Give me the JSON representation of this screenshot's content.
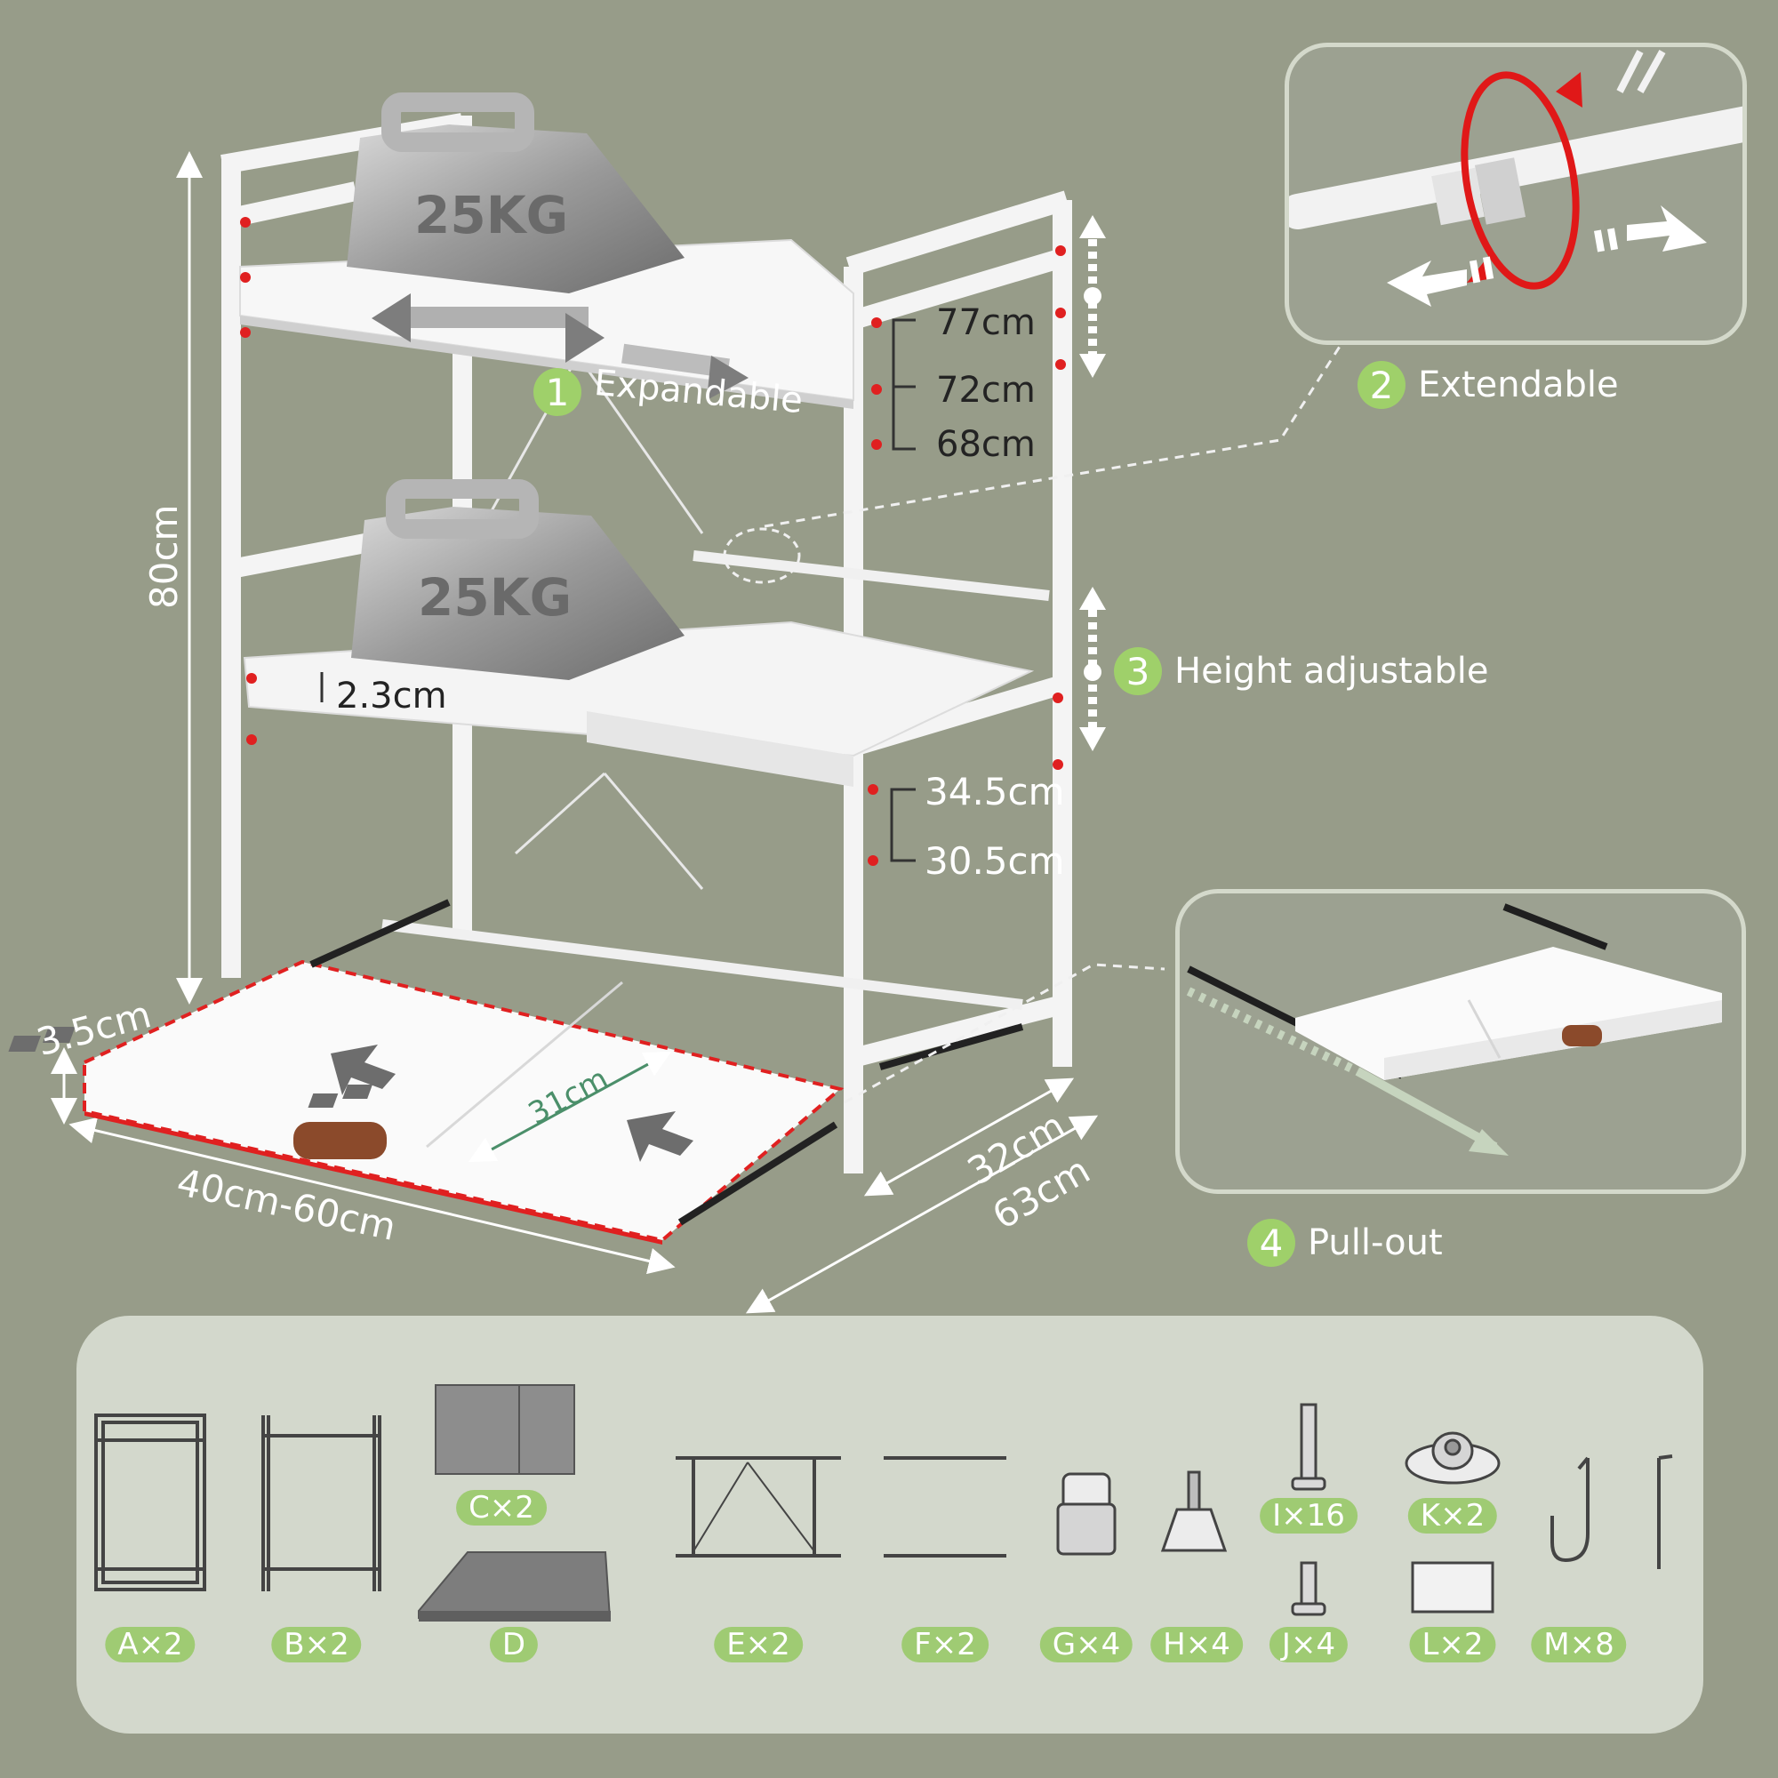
{
  "features": [
    {
      "number": "1",
      "label": "Expandable"
    },
    {
      "number": "2",
      "label": "Extendable"
    },
    {
      "number": "3",
      "label": "Height adjustable"
    },
    {
      "number": "4",
      "label": "Pull-out"
    }
  ],
  "weights": {
    "top": "25KG",
    "middle": "25KG"
  },
  "dimensions": {
    "total_height": "80cm",
    "top_heights": [
      "77cm",
      "72cm",
      "68cm"
    ],
    "middle_heights": [
      "34.5cm",
      "30.5cm"
    ],
    "shelf_thickness": "2.3cm",
    "drawer_height": "3.5cm",
    "width_range": "40cm-60cm",
    "drawer_depth": "31cm",
    "depth": "32cm",
    "drawer_extended_depth": "63cm"
  },
  "parts": [
    {
      "id": "A",
      "label": "A×2"
    },
    {
      "id": "B",
      "label": "B×2"
    },
    {
      "id": "C",
      "label": "C×2"
    },
    {
      "id": "D",
      "label": "D"
    },
    {
      "id": "E",
      "label": "E×2"
    },
    {
      "id": "F",
      "label": "F×2"
    },
    {
      "id": "G",
      "label": "G×4"
    },
    {
      "id": "H",
      "label": "H×4"
    },
    {
      "id": "I",
      "label": "I×16"
    },
    {
      "id": "J",
      "label": "J×4"
    },
    {
      "id": "K",
      "label": "K×2"
    },
    {
      "id": "L",
      "label": "L×2"
    },
    {
      "id": "M",
      "label": "M×8"
    }
  ],
  "colors": {
    "background": "#979c89",
    "panel": "#d3d8cc",
    "badge": "#9fd06a",
    "tag": "#9fcb73",
    "highlight": "#e02020"
  }
}
